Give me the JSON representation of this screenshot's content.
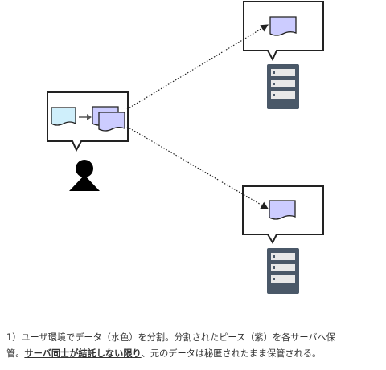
{
  "diagram": {
    "client": {
      "name": "user",
      "data_color": "#cfeffb",
      "piece_color": "#ccccff"
    },
    "servers": [
      {
        "name": "server-top"
      },
      {
        "name": "server-bottom"
      }
    ],
    "colors": {
      "stroke": "#222222",
      "server_body": "#4a5868",
      "server_slot": "#e8e8e8",
      "person": "#000000",
      "arrow": "#555555"
    },
    "arrow_style": "dotted"
  },
  "caption": {
    "line1": "1）ユーザ環境でデータ（水色）を分割。分割されたピース（紫）を各サーバへ保",
    "line2_prefix": "管。",
    "line2_emphasis": "サーバ同士が結託しない限り",
    "line2_suffix": "、元のデータは秘匿されたまま保管される。"
  }
}
